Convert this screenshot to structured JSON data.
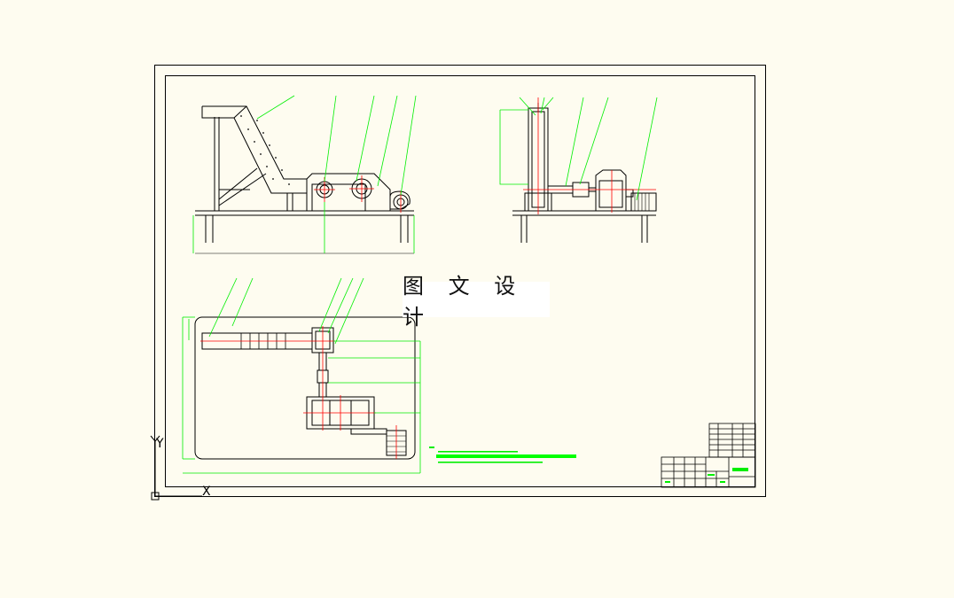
{
  "app": {
    "watermark_text": "图 文 设 计",
    "background_color": "#fefcf0"
  },
  "drawing": {
    "colors": {
      "outline": "#000000",
      "leader": "#00ee00",
      "centerline": "#ff0000",
      "note_bar": "#00ff00"
    },
    "ucs": {
      "x_axis_label": "X",
      "y_axis_label": "Y"
    },
    "views": [
      "front-elevation-view",
      "side-elevation-view",
      "plan-view"
    ],
    "notes_block": "technical-notes",
    "title_block": "title-block",
    "parts_list": "parts-list-table"
  }
}
